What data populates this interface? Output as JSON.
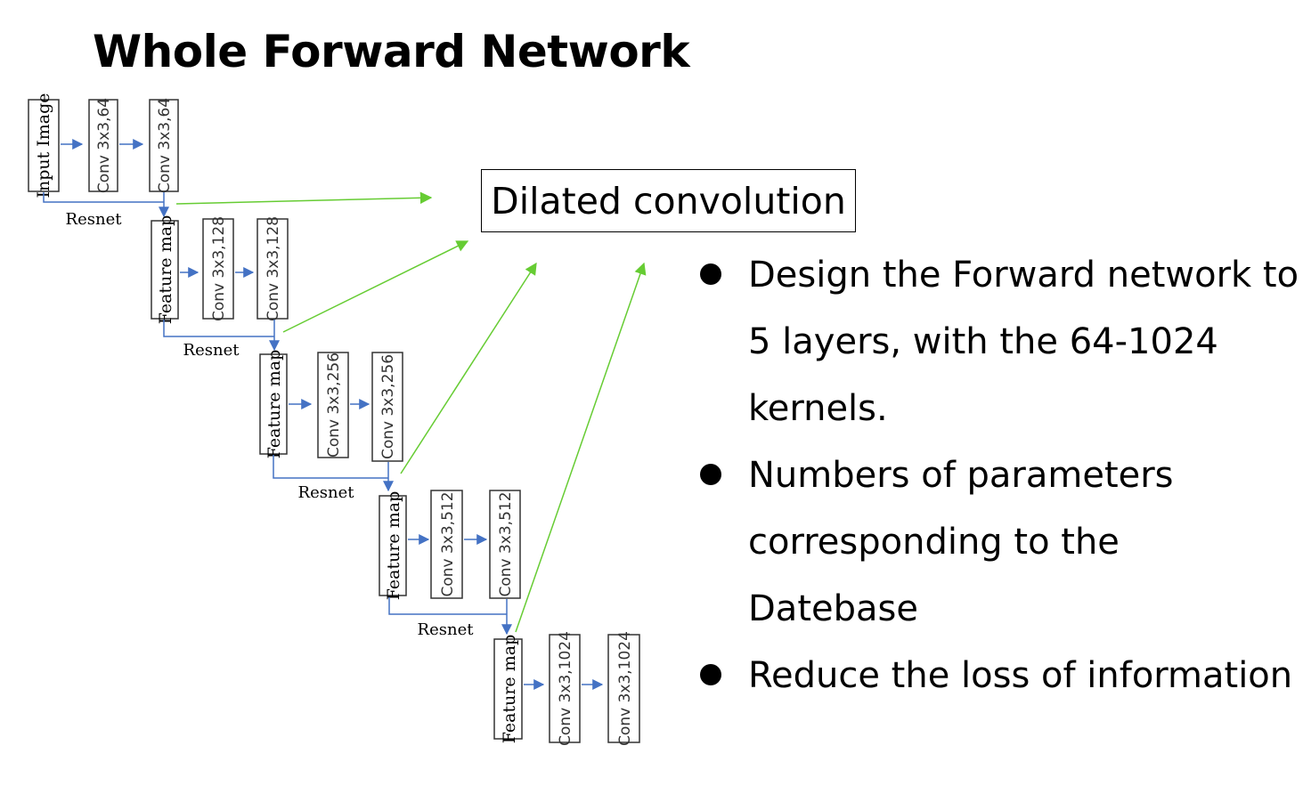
{
  "title": "Whole Forward Network",
  "dilated_label": "Dilated convolution",
  "stages": [
    {
      "input_label": "Input Image",
      "conv": [
        "Conv 3x3,64",
        "Conv 3x3,64"
      ],
      "skip_label": "Resnet"
    },
    {
      "input_label": "Feature map",
      "conv": [
        "Conv 3x3,128",
        "Conv 3x3,128"
      ],
      "skip_label": "Resnet"
    },
    {
      "input_label": "Feature map",
      "conv": [
        "Conv 3x3,256",
        "Conv 3x3,256"
      ],
      "skip_label": "Resnet"
    },
    {
      "input_label": "Feature map",
      "conv": [
        "Conv 3x3,512",
        "Conv 3x3,512"
      ],
      "skip_label": "Resnet"
    },
    {
      "input_label": "Feature map",
      "conv": [
        "Conv 3x3,1024",
        "Conv 3x3,1024"
      ]
    }
  ],
  "bullets": [
    "Design the Forward network to 5 layers, with the 64-1024 kernels.",
    "Numbers of parameters corresponding to the Datebase",
    "Reduce the loss of information"
  ],
  "colors": {
    "flow_arrow": "#4472c4",
    "dilated_arrow": "#66cc33",
    "box_border": "#333333"
  }
}
